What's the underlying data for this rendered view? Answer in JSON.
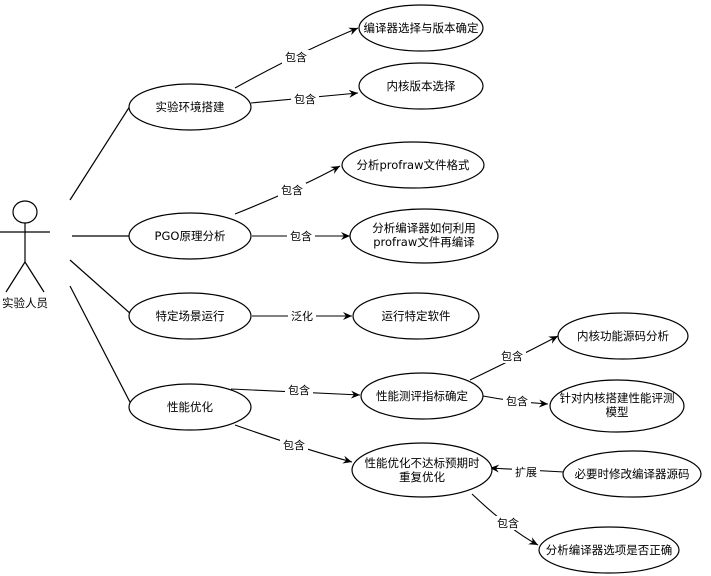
{
  "actor": {
    "label": "实验人员"
  },
  "use_cases": {
    "env_setup": "实验环境搭建",
    "pgo_principle": "PGO原理分析",
    "scenario_run": "特定场景运行",
    "perf_opt": "性能优化",
    "compiler_select": "编译器选择与版本确定",
    "kernel_version": "内核版本选择",
    "profraw_format": "分析profraw文件格式",
    "compiler_use_profraw": [
      "分析编译器如何利用",
      "profraw文件再编译"
    ],
    "run_software": "运行特定软件",
    "metric_define": "性能测评指标确定",
    "kernel_source": "内核功能源码分析",
    "kernel_model": [
      "针对内核搭建性能评测",
      "模型"
    ],
    "reoptimize": [
      "性能优化不达标预期时",
      "重复优化"
    ],
    "modify_compiler": "必要时修改编译器源码",
    "check_compiler_opts": "分析编译器选项是否正确"
  },
  "relations": {
    "include": "包含",
    "generalize": "泛化",
    "extend": "扩展"
  }
}
